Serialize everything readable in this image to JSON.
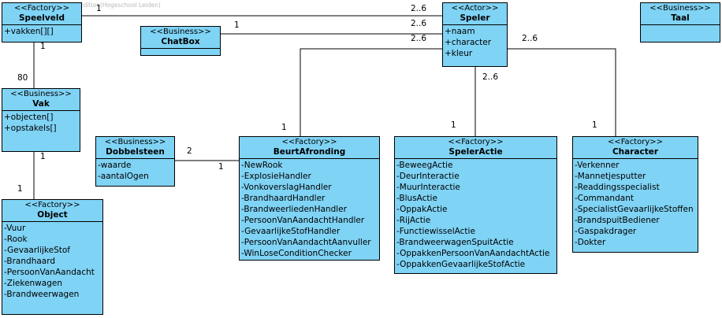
{
  "watermark": "Visual Paradigm Standard Edition(Hogeschool Leiden)",
  "classes": {
    "speelveld": {
      "stereotype": "<<Factory>>",
      "name": "Speelveld",
      "attributes": [
        "+vakken[][]"
      ]
    },
    "chatbox": {
      "stereotype": "<<Business>>",
      "name": "ChatBox",
      "attributes": []
    },
    "speler": {
      "stereotype": "<<Actor>>",
      "name": "Speler",
      "attributes": [
        "+naam",
        "+character",
        "+kleur"
      ]
    },
    "taal": {
      "stereotype": "<<Business>>",
      "name": "Taal",
      "attributes": []
    },
    "vak": {
      "stereotype": "<<Business>>",
      "name": "Vak",
      "attributes": [
        "+objecten[]",
        "+opstakels[]"
      ]
    },
    "dobbelsteen": {
      "stereotype": "<<Business>>",
      "name": "Dobbelsteen",
      "attributes": [
        "-waarde",
        "-aantalOgen"
      ]
    },
    "beurtafronding": {
      "stereotype": "<<Factory>>",
      "name": "BeurtAfronding",
      "attributes": [
        "-NewRook",
        "-ExplosieHandler",
        "-VonkoverslagHandler",
        "-BrandhaardHandler",
        "-BrandweerliedenHandler",
        "-PersoonVanAandachtHandler",
        "-GevaarlijkeStofHandler",
        "-PersoonVanAandachtAanvuller",
        "-WinLoseConditionChecker"
      ]
    },
    "speleractie": {
      "stereotype": "<<Factory>>",
      "name": "SpelerActie",
      "attributes": [
        "-BeweegActie",
        "-DeurInteractie",
        "-MuurInteractie",
        "-BlusActie",
        "-OppakActie",
        "-RijActie",
        "-FunctiewisselActie",
        "-BrandweerwagenSpuitActie",
        "-OppakkenPersoonVanAandachtActie",
        "-OppakkenGevaarlijkeStofActie"
      ]
    },
    "character": {
      "stereotype": "<<Factory>>",
      "name": "Character",
      "attributes": [
        "-Verkenner",
        "-Mannetjesputter",
        "-Readdingsspecialist",
        "-Commandant",
        "-SpecialistGevaarlijkeStoffen",
        "-BrandspuitBediener",
        "-Gaspakdrager",
        "-Dokter"
      ]
    },
    "object": {
      "stereotype": "<<Factory>>",
      "name": "Object",
      "attributes": [
        "-Vuur",
        "-Rook",
        "-GevaarlijkeStof",
        "-Brandhaard",
        "-PersoonVanAandacht",
        "-Ziekenwagen",
        "-Brandweerwagen"
      ]
    }
  },
  "multiplicities": {
    "speelveld_speler_a": "1",
    "speelveld_speler_b": "2..6",
    "chatbox_a": "1",
    "chatbox_speler_b": "2..6",
    "speler_beurt": "2..6",
    "beurt_speler": "1",
    "speler_actie_a": "2..6",
    "speler_actie_b": "1",
    "speler_character_a": "2..6",
    "speler_character_b": "1",
    "speelveld_vak_a": "1",
    "speelveld_vak_b": "80",
    "vak_object_a": "1",
    "vak_object_b": "1",
    "dobbel_beurt_a": "2",
    "dobbel_beurt_b": "1"
  }
}
